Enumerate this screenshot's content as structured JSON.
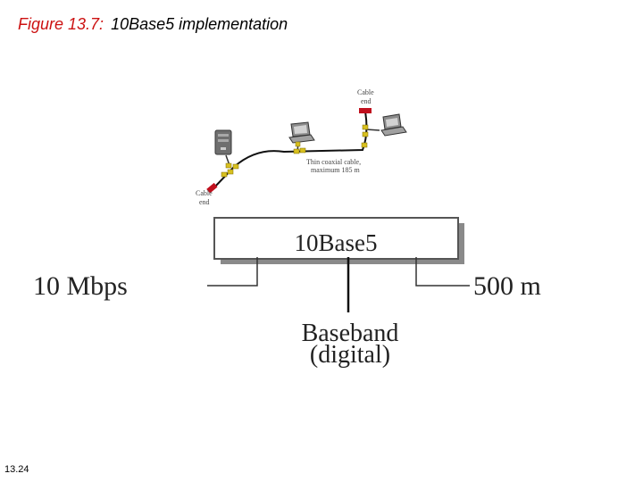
{
  "title": {
    "figure_label": "Figure 13.7:",
    "caption": "10Base5 implementation"
  },
  "page_number": "13.24",
  "network": {
    "cable_end_top": [
      "Cable",
      "end"
    ],
    "cable_end_bottom": [
      "Cable",
      "end"
    ],
    "coax_label": [
      "Thin coaxial cable,",
      "maximum 185 m"
    ],
    "connector_color": "#d8c020",
    "terminator_color": "#c0101e"
  },
  "naming": {
    "box_label": "10Base5",
    "box_text_color": "#c8101e",
    "rate": "10 Mbps",
    "length": "500 m",
    "signal_line1": "Baseband",
    "signal_line2": "(digital)"
  }
}
